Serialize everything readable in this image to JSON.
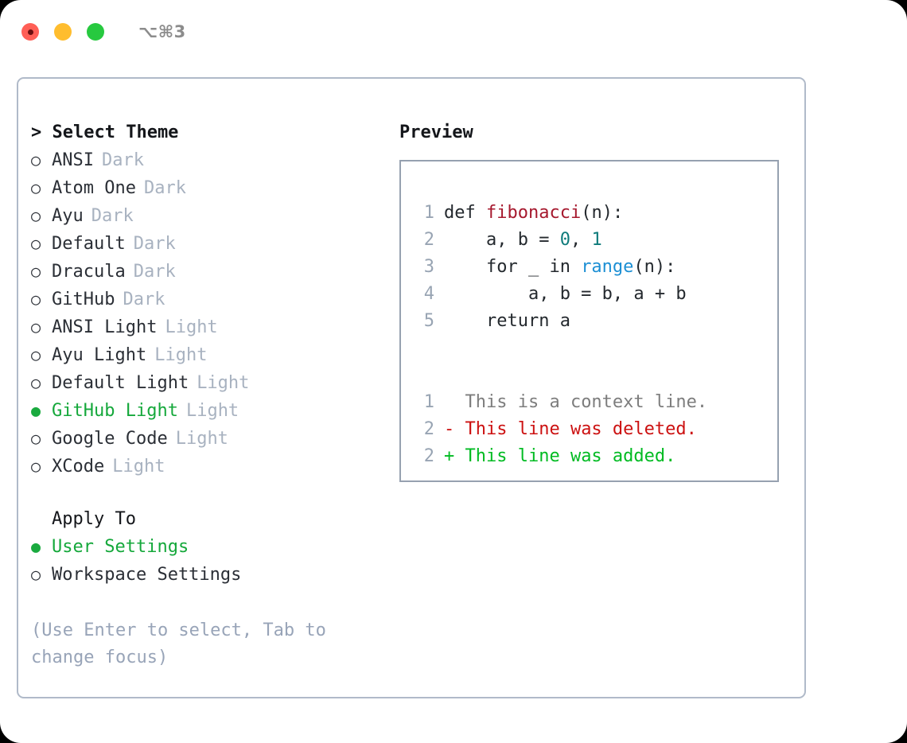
{
  "titlebar": {
    "shortcut": "⌥⌘3",
    "lights": [
      {
        "name": "close",
        "color": "#ff5f56"
      },
      {
        "name": "minimize",
        "color": "#ffbd2e"
      },
      {
        "name": "zoom",
        "color": "#27c93f"
      }
    ]
  },
  "left": {
    "heading": "> Select Theme",
    "bullet_unselected": "○",
    "bullet_selected": "●",
    "themes": [
      {
        "label": "ANSI",
        "badge": "Dark",
        "selected": false
      },
      {
        "label": "Atom One",
        "badge": "Dark",
        "selected": false
      },
      {
        "label": "Ayu",
        "badge": "Dark",
        "selected": false
      },
      {
        "label": "Default",
        "badge": "Dark",
        "selected": false
      },
      {
        "label": "Dracula",
        "badge": "Dark",
        "selected": false
      },
      {
        "label": "GitHub",
        "badge": "Dark",
        "selected": false
      },
      {
        "label": "ANSI Light",
        "badge": "Light",
        "selected": false
      },
      {
        "label": "Ayu Light",
        "badge": "Light",
        "selected": false
      },
      {
        "label": "Default Light",
        "badge": "Light",
        "selected": false
      },
      {
        "label": "GitHub Light",
        "badge": "Light",
        "selected": true
      },
      {
        "label": "Google Code",
        "badge": "Light",
        "selected": false
      },
      {
        "label": "XCode",
        "badge": "Light",
        "selected": false
      }
    ],
    "apply_to": {
      "heading": "Apply To",
      "options": [
        {
          "label": "User Settings",
          "selected": true
        },
        {
          "label": "Workspace Settings",
          "selected": false
        }
      ]
    },
    "hint": "(Use Enter to select, Tab to change focus)"
  },
  "right": {
    "heading": "Preview",
    "code_lines": [
      {
        "no": "1",
        "parts": [
          {
            "t": "def ",
            "c": "plain"
          },
          {
            "t": "fibonacci",
            "c": "fn"
          },
          {
            "t": "(n):",
            "c": "plain"
          }
        ]
      },
      {
        "no": "2",
        "parts": [
          {
            "t": "    a, b = ",
            "c": "plain"
          },
          {
            "t": "0",
            "c": "num"
          },
          {
            "t": ", ",
            "c": "plain"
          },
          {
            "t": "1",
            "c": "num"
          }
        ]
      },
      {
        "no": "3",
        "parts": [
          {
            "t": "    for _ in ",
            "c": "plain"
          },
          {
            "t": "range",
            "c": "bi"
          },
          {
            "t": "(n):",
            "c": "plain"
          }
        ]
      },
      {
        "no": "4",
        "parts": [
          {
            "t": "        a, b = b, a + b",
            "c": "plain"
          }
        ]
      },
      {
        "no": "5",
        "parts": [
          {
            "t": "    return a",
            "c": "plain"
          }
        ]
      }
    ],
    "diff_lines": [
      {
        "no": "1",
        "marker": " ",
        "text": "This is a context line.",
        "kind": "ctx"
      },
      {
        "no": "2",
        "marker": "-",
        "text": "This line was deleted.",
        "kind": "del"
      },
      {
        "no": "2",
        "marker": "+",
        "text": "This line was added.",
        "kind": "add"
      }
    ]
  },
  "colors": {
    "accent_green": "#15a83b",
    "badge_gray": "#a8b2c0",
    "hint_blue_gray": "#98a4b8",
    "code_fn_red": "#a6192e",
    "code_num_teal": "#0f7b7b",
    "code_builtin_blue": "#1c8fd4",
    "diff_deleted": "#cc1111",
    "diff_added": "#00bb22",
    "diff_context": "#7d7d7d",
    "line_number": "#98a4b3",
    "card_border": "#b0bac9",
    "preview_border": "#96a1b0"
  }
}
